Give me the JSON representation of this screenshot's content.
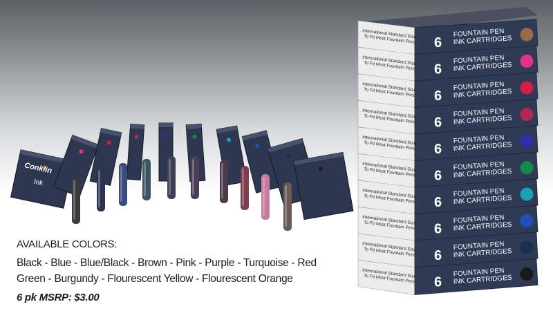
{
  "caption": {
    "heading": "AVAILABLE COLORS:",
    "colors_line1": "Black - Blue - Blue/Black - Brown - Pink - Purple - Turquoise - Red",
    "colors_line2": "Green - Burgundy - Flourescent Yellow - Flourescent Orange",
    "price": "6 pk MSRP: $3.00"
  },
  "box_text": {
    "brand": "Conklin",
    "product": "Ink",
    "count": "6",
    "standard_line1": "International Standard Size",
    "standard_line2": "To Fit Most Fountain Pens",
    "label_line1": "FOUNTAIN PEN",
    "label_line2": "INK CARTRIDGES"
  },
  "stack_dot_colors": [
    "#9c6a46",
    "#e0328a",
    "#d11f4a",
    "#b0284f",
    "#2d2fa8",
    "#138a4a",
    "#1aa0b8",
    "#1f4fb8",
    "#1b2f52",
    "#1a1a1a"
  ],
  "cartridge_colors": [
    "#3a3a3c",
    "#2c3550",
    "#3a4a7a",
    "#3a5560",
    "#3c4050",
    "#4a3d55",
    "#4a3a4a",
    "#7a4050",
    "#c87aa0",
    "#6a5a55"
  ]
}
